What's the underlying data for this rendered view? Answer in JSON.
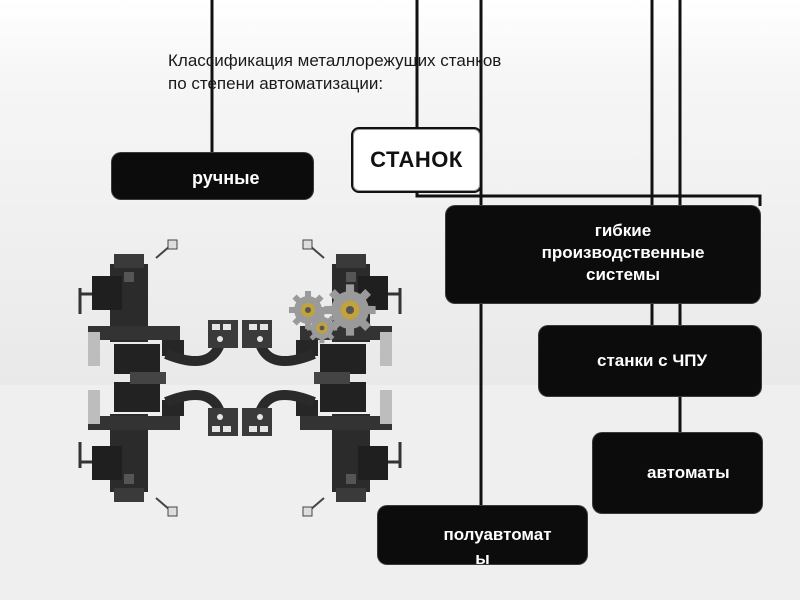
{
  "title": {
    "line1": "Классификация металлорежущих станков",
    "line2": "по степени автоматизации:"
  },
  "diagram": {
    "root": "СТАНОК",
    "categories": {
      "manual": "ручные",
      "fms_line1": "гибкие",
      "fms_line2": "производственные",
      "fms_line3": "системы",
      "cnc": "станки с ЧПУ",
      "automatic": "автоматы",
      "semi_line1": "полуавтомат",
      "semi_line2": "ы"
    }
  },
  "illustration": {
    "subject": "mirrored-machine-tools-with-gears",
    "colors": {
      "machine": "#2a2a2a",
      "gear": "#9a9a9a",
      "gear_accent": "#c2a23a"
    }
  },
  "colors": {
    "box_fill": "#0c0c0c",
    "box_text": "#ffffff",
    "root_fill": "#ffffff",
    "connector": "#111111",
    "background": "#ebebeb"
  }
}
